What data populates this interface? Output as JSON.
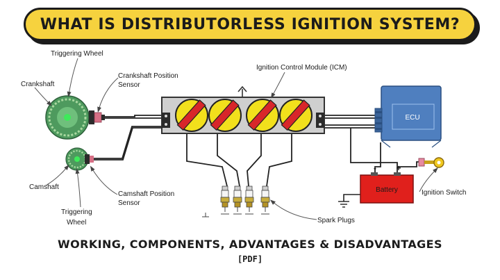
{
  "header": {
    "title": "WHAT IS DISTRIBUTORLESS IGNITION SYSTEM?"
  },
  "labels": {
    "triggering_wheel_top": "Triggering Wheel",
    "crankshaft": "Crankshaft",
    "crankshaft_sensor_line1": "Crankshaft Position",
    "crankshaft_sensor_line2": "Sensor",
    "icm": "Ignition Control Module (ICM)",
    "ecu": "ECU",
    "camshaft": "Camshaft",
    "camshaft_sensor_line1": "Camshaft Position",
    "camshaft_sensor_line2": "Sensor",
    "triggering_wheel_bottom_line1": "Triggering",
    "triggering_wheel_bottom_line2": "Wheel",
    "battery": "Battery",
    "battery_minus": "-",
    "battery_plus": "+",
    "ignition_switch": "Ignition Switch",
    "spark_plugs": "Spark Plugs"
  },
  "footer": {
    "subtitle": "WORKING, COMPONENTS, ADVANTAGES & DISADVANTAGES",
    "tag": "[PDF]"
  },
  "colors": {
    "banner": "#f6d23e",
    "coil_yellow": "#f2e01c",
    "coil_red": "#d8262a",
    "battery_red": "#e0201c",
    "ecu_blue": "#4f7fbf",
    "wheel_green": "#4e9a5e",
    "sensor_pink": "#d66f85"
  }
}
